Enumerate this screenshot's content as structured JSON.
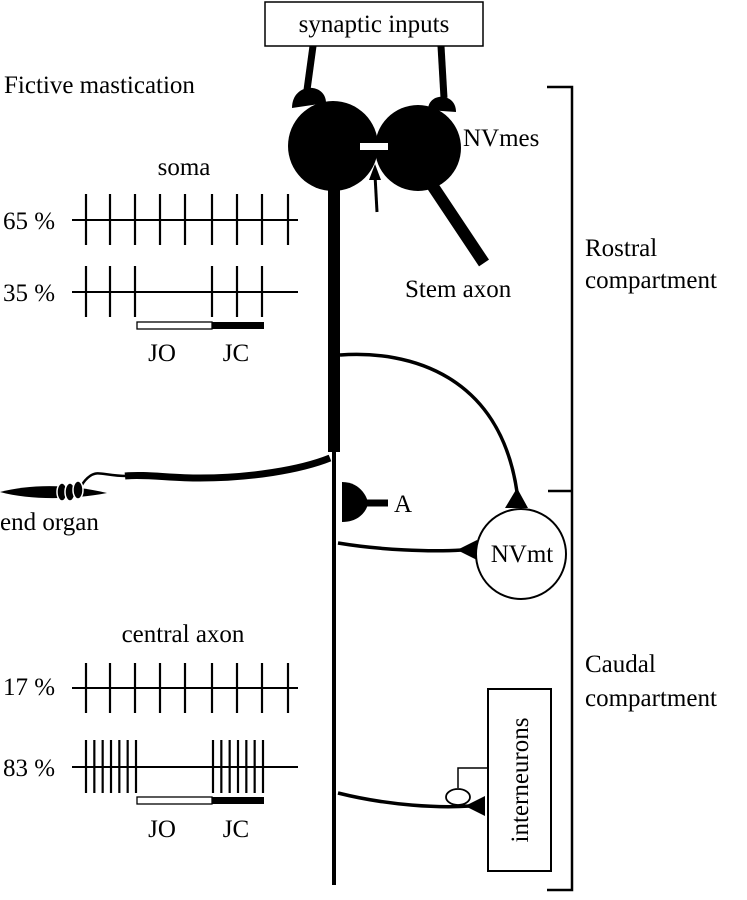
{
  "labels": {
    "synaptic_inputs": "synaptic inputs",
    "fictive_mastication": "Fictive mastication",
    "nvmes": "NVmes",
    "stem_axon": "Stem axon",
    "rostral_line1": "Rostral",
    "rostral_line2": "compartment",
    "caudal_line1": "Caudal",
    "caudal_line2": "compartment",
    "end_organ": "end organ",
    "a_label": "A",
    "nvmt": "NVmt",
    "interneurons": "interneurons"
  },
  "soma_panel": {
    "title": "soma",
    "rows": [
      {
        "percent": "65 %",
        "spike_count": 9,
        "pattern": "tonic"
      },
      {
        "percent": "35 %",
        "spike_count": 6,
        "pattern": "jc-only"
      }
    ],
    "phase_bar": {
      "jo_label": "JO",
      "jc_label": "JC"
    }
  },
  "axon_panel": {
    "title": "central axon",
    "rows": [
      {
        "percent": "17 %",
        "spike_count": 9,
        "pattern": "tonic"
      },
      {
        "percent": "83 %",
        "spike_count": 14,
        "pattern": "burst"
      }
    ],
    "phase_bar": {
      "jo_label": "JO",
      "jc_label": "JC"
    }
  },
  "colors": {
    "ink": "#000000",
    "background": "#ffffff"
  }
}
